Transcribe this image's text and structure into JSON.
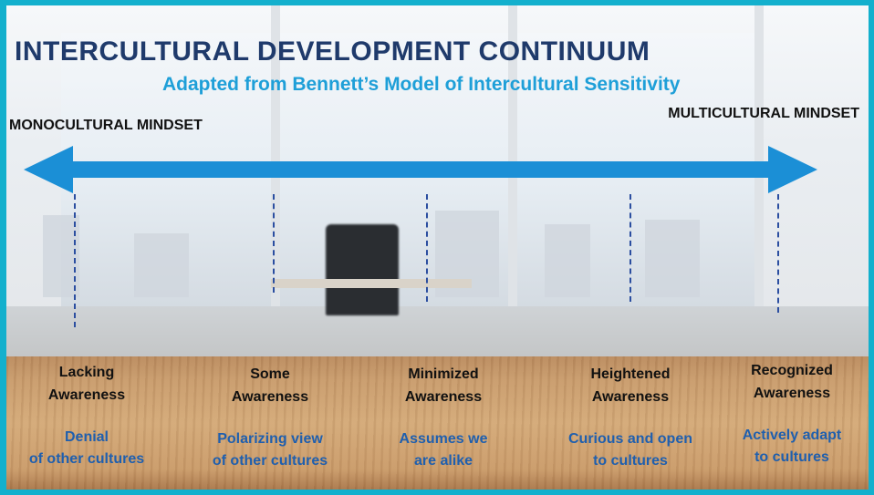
{
  "title": "INTERCULTURAL DEVELOPMENT CONTINUUM",
  "subtitle": "Adapted from Bennett’s Model of Intercultural Sensitivity",
  "left_mindset": "MONOCULTURAL MINDSET",
  "right_mindset": "MULTICULTURAL MINDSET",
  "colors": {
    "frame": "#13b0cd",
    "title": "#1f3a6b",
    "subtitle": "#1e9fd8",
    "arrow": "#1b8fd6",
    "tick": "#2b4ea0",
    "description": "#1f5fae"
  },
  "stages": [
    {
      "label_line1": "Lacking",
      "label_line2": "Awareness",
      "desc_line1": "Denial",
      "desc_line2": "of other cultures"
    },
    {
      "label_line1": "Some",
      "label_line2": "Awareness",
      "desc_line1": "Polarizing view",
      "desc_line2": "of other cultures"
    },
    {
      "label_line1": "Minimized",
      "label_line2": "Awareness",
      "desc_line1": "Assumes we",
      "desc_line2": "are alike"
    },
    {
      "label_line1": "Heightened",
      "label_line2": "Awareness",
      "desc_line1": "Curious and open",
      "desc_line2": "to cultures"
    },
    {
      "label_line1": "Recognized",
      "label_line2": "Awareness",
      "desc_line1": "Actively adapt",
      "desc_line2": "to cultures"
    }
  ]
}
